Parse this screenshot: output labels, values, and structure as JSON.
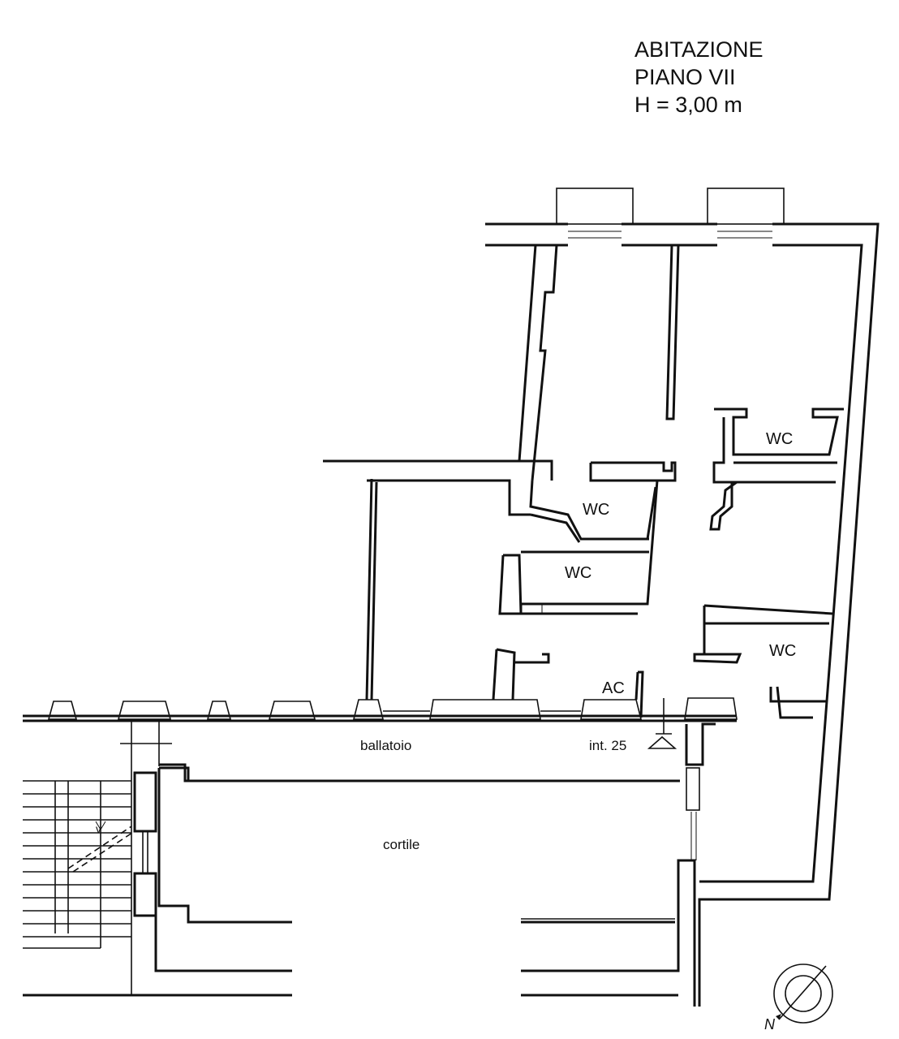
{
  "title": {
    "line1": "ABITAZIONE",
    "line2": "PIANO VII",
    "line3": "H = 3,00 m"
  },
  "labels": {
    "wc_top_right": "WC",
    "wc_center": "WC",
    "wc_left": "WC",
    "wc_bottom_right": "WC",
    "ac": "AC",
    "ballatoio": "ballatoio",
    "interno": "int. 25",
    "cortile": "cortile"
  },
  "compass": {
    "north_label": "N"
  },
  "stair": {
    "direction_label": "v"
  }
}
